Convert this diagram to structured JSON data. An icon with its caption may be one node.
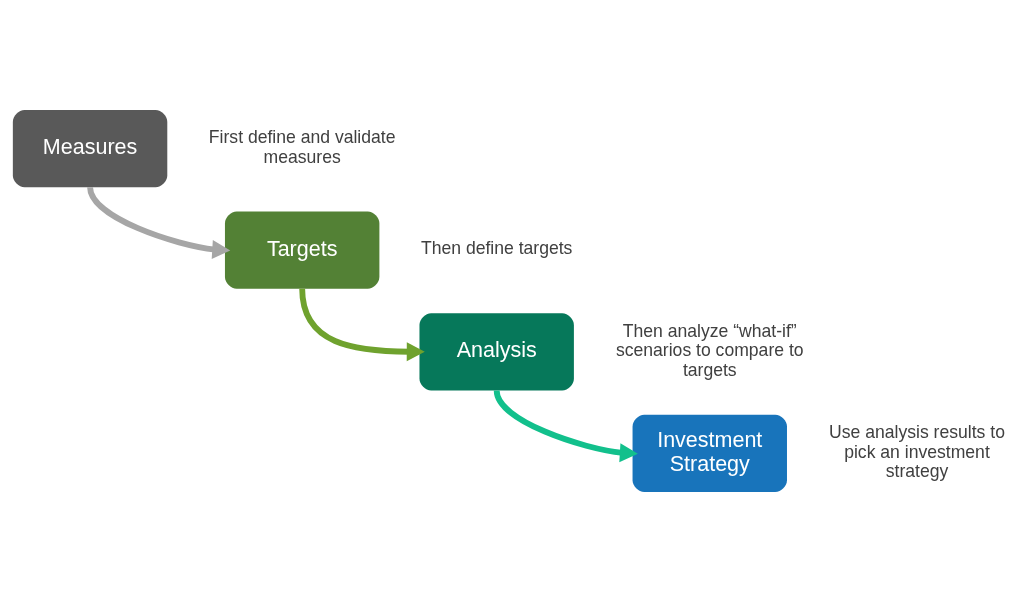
{
  "diagram": {
    "nodes": [
      {
        "text": [
          "Measures"
        ],
        "beside": [
          "First define and validate measures"
        ]
      },
      {
        "text": [
          "Targets"
        ],
        "beside": [
          "Then define targets"
        ]
      },
      {
        "text": [
          "Analysis"
        ],
        "beside": [
          "Then analyze “what-if” scenarios to compare to targets"
        ]
      },
      {
        "text": [
          "Investment Strategy"
        ],
        "beside": [
          "Use analysis results to pick an investment strategy"
        ]
      }
    ],
    "edges": [
      {
        "from": 0,
        "to": 1,
        "arrow": "to",
        "color": "#a6a6a6"
      },
      {
        "from": 1,
        "to": 2,
        "arrow": "to",
        "color": "#6fa22e"
      },
      {
        "from": 2,
        "to": 3,
        "arrow": "to",
        "color": "#12c08c"
      }
    ]
  }
}
